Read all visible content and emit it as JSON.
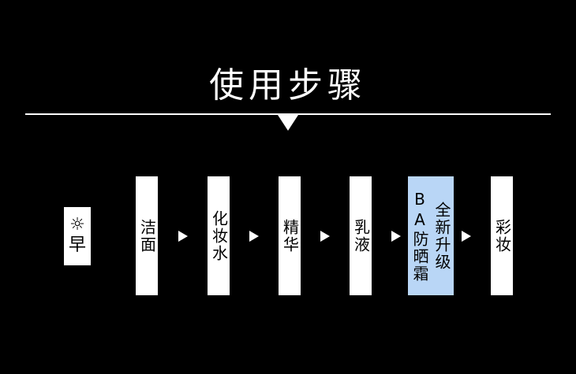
{
  "title": "使用步骤",
  "morning": {
    "icon": "sun-icon",
    "glyph": "☼",
    "label": "早"
  },
  "steps": [
    {
      "label": "洁面"
    },
    {
      "label": "化妆水"
    },
    {
      "label": "精华"
    },
    {
      "label": "乳液"
    },
    {
      "label_col1": "全新升级",
      "label_col2": "BA防晒霜",
      "highlight_color": "#b9d6f6"
    },
    {
      "label": "彩妆"
    }
  ]
}
